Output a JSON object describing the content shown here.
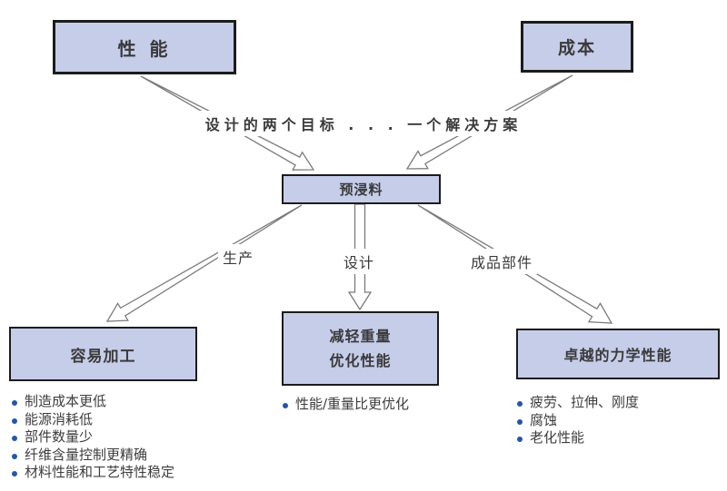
{
  "diagram": {
    "boxes": {
      "performance": {
        "label": "性 能"
      },
      "cost": {
        "label": "成本"
      },
      "prepreg": {
        "label": "预浸料"
      },
      "easy_processing": {
        "label": "容易加工"
      },
      "weight_perf": {
        "label_line1": "减轻重量",
        "label_line2": "优化性能"
      },
      "mechanical": {
        "label": "卓越的力学性能"
      }
    },
    "caption": "设计的两个目标 . . . 一个解决方案",
    "branch_labels": {
      "production": "生产",
      "design": "设计",
      "finished_parts": "成品部件"
    },
    "bullet_lists": {
      "easy_processing": [
        "制造成本更低",
        "能源消耗低",
        "部件数量少",
        "纤维含量控制更精确",
        "材料性能和工艺特性稳定"
      ],
      "weight_perf": [
        "性能/重量比更优化"
      ],
      "mechanical": [
        "疲劳、拉伸、刚度",
        "腐蚀",
        "老化性能"
      ]
    },
    "colors": {
      "box_fill": "#c6cde9",
      "box_border": "#1c1c1c",
      "arrow_stroke": "#7b7b7b",
      "bullet_dot": "#2456a8",
      "text": "#3a3a3a"
    }
  }
}
